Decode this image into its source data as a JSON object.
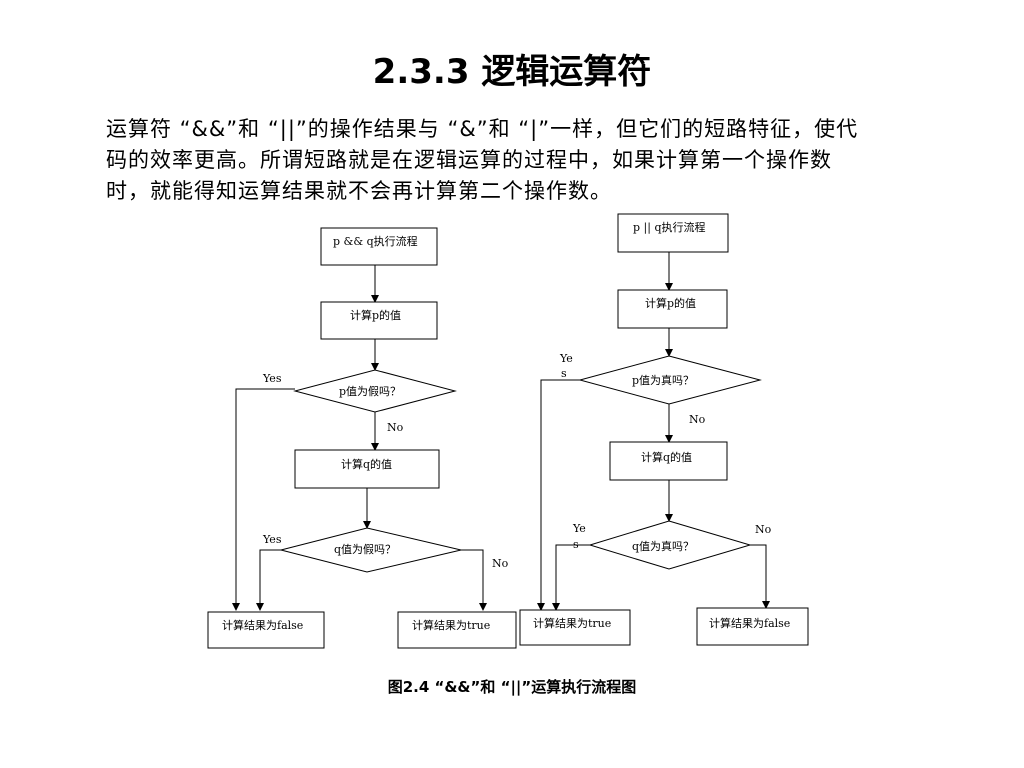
{
  "title": "2.3.3 逻辑运算符",
  "paragraph": [
    "运算符 “&&”和 “||”的操作结果与 “&”和 “|”一样，但它们的短路特征，使代",
    "码的效率更高。所谓短路就是在逻辑运算的过程中，如果计算第一个操作数",
    "时，就能得知运算结果就不会再计算第二个操作数。"
  ],
  "flow_and": {
    "start": "p && q执行流程",
    "calc_p": "计算p的值",
    "cond_p": "p值为假吗？",
    "yes1": "Yes",
    "no1": "No",
    "calc_q": "计算q的值",
    "cond_q": "q值为假吗？",
    "yes2": "Yes",
    "no2": "No",
    "result_false": "计算结果为false",
    "result_true": "计算结果为true"
  },
  "flow_or": {
    "start": "p || q执行流程",
    "calc_p": "计算p的值",
    "cond_p": "p值为真吗？",
    "yes1_a": "Ye",
    "yes1_b": "s",
    "no1": "No",
    "calc_q": "计算q的值",
    "cond_q": "q值为真吗？",
    "yes2_a": "Ye",
    "yes2_b": "s",
    "no2": "No",
    "result_true": "计算结果为true",
    "result_false": "计算结果为false"
  },
  "caption": "图2.4 “&&”和 “||”运算执行流程图"
}
